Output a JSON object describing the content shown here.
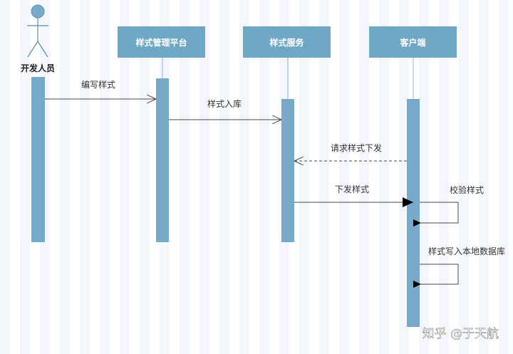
{
  "actor": {
    "label": "开发人员"
  },
  "lanes": [
    {
      "id": "platform",
      "label": "样式管理平台"
    },
    {
      "id": "service",
      "label": "样式服务"
    },
    {
      "id": "client",
      "label": "客户端"
    }
  ],
  "messages": [
    {
      "id": "write-style",
      "label": "编写样式",
      "from": "actor",
      "to": "platform",
      "style": "solid-open"
    },
    {
      "id": "style-store",
      "label": "样式入库",
      "from": "platform",
      "to": "service",
      "style": "solid-open"
    },
    {
      "id": "request-style",
      "label": "请求样式下发",
      "from": "client",
      "to": "service",
      "style": "dashed-open"
    },
    {
      "id": "deliver-style",
      "label": "下发样式",
      "from": "service",
      "to": "client",
      "style": "solid-filled"
    },
    {
      "id": "validate-style",
      "label": "校验样式",
      "from": "client",
      "to": "client",
      "style": "self"
    },
    {
      "id": "write-local-db",
      "label": "样式写入本地数据库",
      "from": "client",
      "to": "client",
      "style": "self"
    }
  ],
  "watermark": "知乎 @于天航",
  "colors": {
    "lane_fill": "#6ea8c4",
    "activation_fill": "#75aac8",
    "actor_fill": "#77aac6",
    "line": "#4a4a4a",
    "stripe": "#f3f6fa"
  }
}
